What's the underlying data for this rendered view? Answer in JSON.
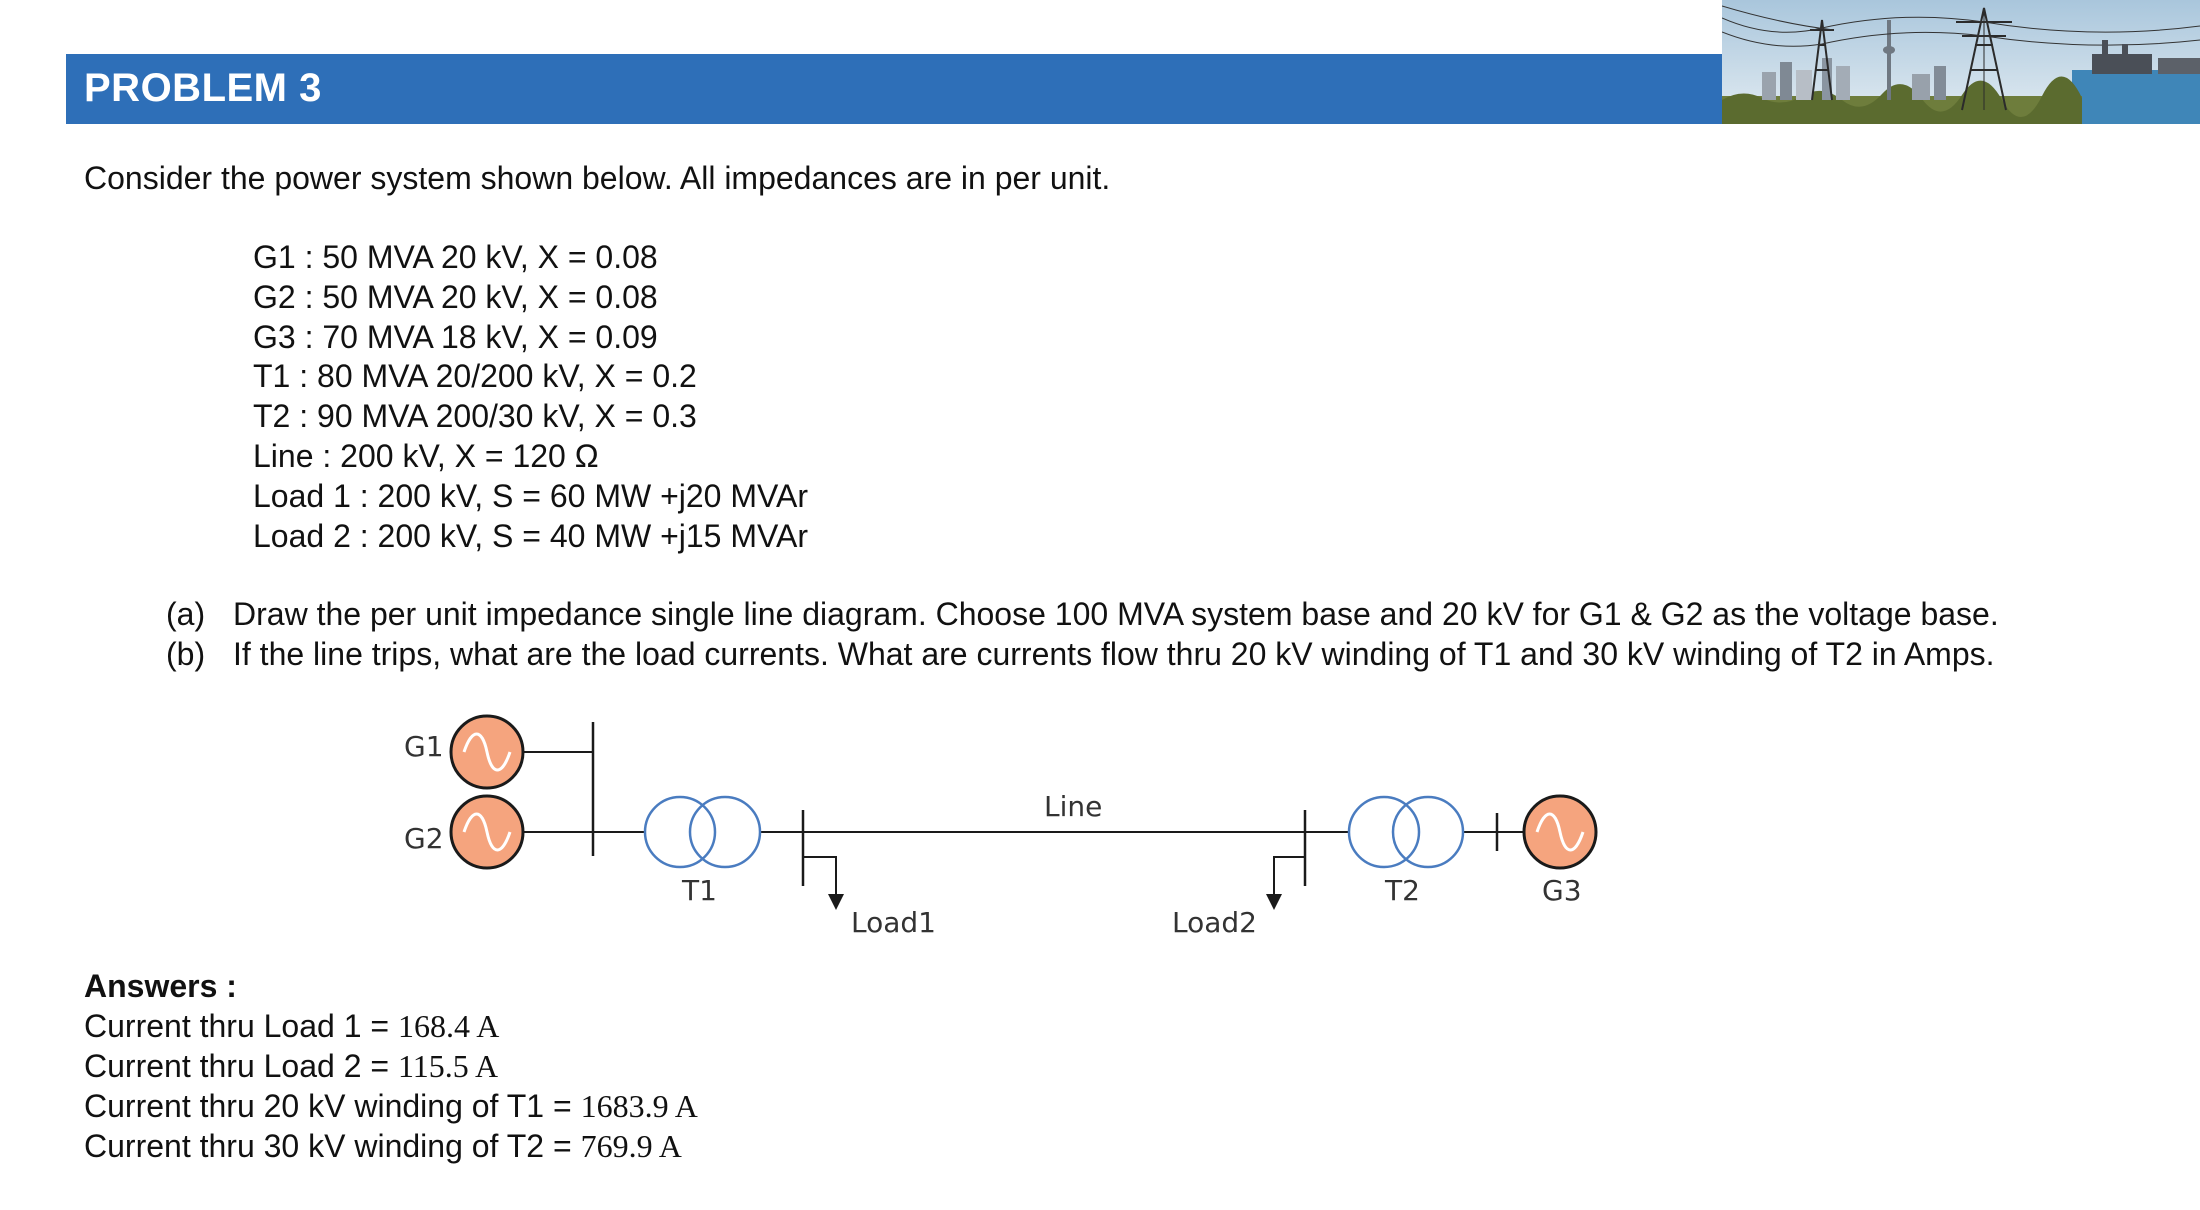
{
  "header": {
    "title": "PROBLEM 3"
  },
  "intro": "Consider the power system shown below. All impedances are in per unit.",
  "specs": [
    "G1 : 50 MVA 20 kV, X = 0.08",
    "G2 : 50 MVA 20 kV, X = 0.08",
    "G3 : 70 MVA 18 kV, X = 0.09",
    "T1 : 80 MVA 20/200 kV, X = 0.2",
    "T2 : 90 MVA 200/30 kV, X = 0.3",
    "Line : 200 kV, X = 120 Ω",
    "Load 1 : 200 kV, S = 60 MW +j20 MVAr",
    "Load 2 : 200 kV, S = 40 MW +j15 MVAr"
  ],
  "questions": [
    {
      "label": "(a)",
      "text": "Draw the per unit impedance single line diagram. Choose 100 MVA system base and 20 kV for G1 & G2 as the voltage base."
    },
    {
      "label": "(b)",
      "text": "If the line trips, what are the load currents. What are currents flow thru 20 kV winding of T1 and 30 kV winding of T2 in Amps."
    }
  ],
  "diagram": {
    "labels": {
      "g1": "G1",
      "g2": "G2",
      "g3": "G3",
      "t1": "T1",
      "t2": "T2",
      "line": "Line",
      "load1": "Load1",
      "load2": "Load2"
    },
    "colors": {
      "generator_fill": "#f5a47e",
      "generator_stroke": "#1a1a1a",
      "wire": "#1a1a1a",
      "transformer_stroke": "#4a7cc0"
    }
  },
  "answers": {
    "heading": "Answers :",
    "rows": [
      {
        "label": "Current thru Load 1 = ",
        "value": "168.4 A"
      },
      {
        "label": "Current thru Load 2 = ",
        "value": "115.5 A"
      },
      {
        "label": "Current thru 20 kV winding of T1 = ",
        "value": "1683.9 A"
      },
      {
        "label": "Current thru 30 kV winding of T2 = ",
        "value": "769.9 A"
      }
    ]
  },
  "colors": {
    "banner": "#2e6fb8",
    "banner_text": "#ffffff"
  }
}
